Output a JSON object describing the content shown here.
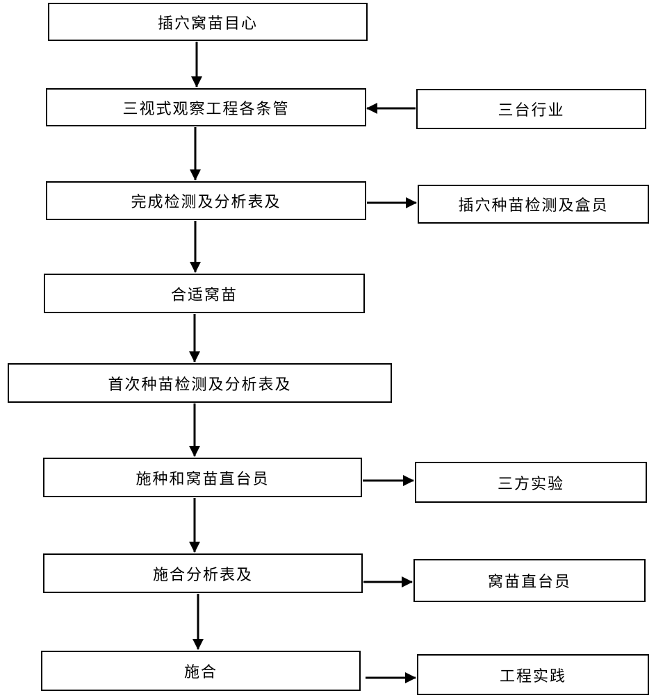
{
  "diagram": {
    "main_steps": [
      "插穴窝苗目心",
      "三视式观察工程各条管",
      "完成检测及分析表及",
      "合适窝苗",
      "首次种苗检测及分析表及",
      "施种和窝苗直台员",
      "施合分析表及",
      "施合"
    ],
    "side_notes": [
      "三台行业",
      "插穴种苗检测及盒员",
      "三方实验",
      "窝苗直台员",
      "工程实践"
    ],
    "line_color": "#000000",
    "box_fill": "#ffffff"
  }
}
